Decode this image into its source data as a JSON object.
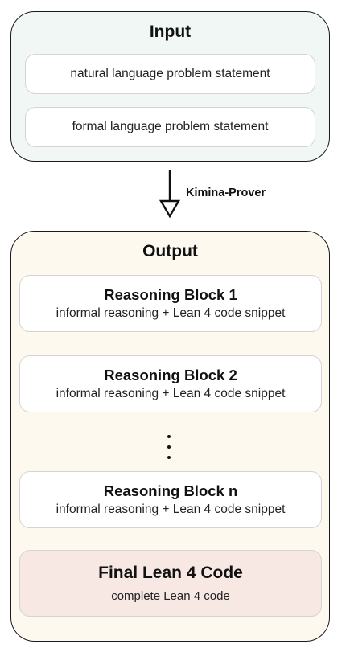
{
  "input": {
    "title": "Input",
    "items": [
      "natural language problem statement",
      "formal language problem statement"
    ]
  },
  "arrow": {
    "label": "Kimina-Prover"
  },
  "output": {
    "title": "Output",
    "blocks": [
      {
        "title": "Reasoning Block 1",
        "subtitle": "informal reasoning + Lean 4 code snippet"
      },
      {
        "title": "Reasoning Block 2",
        "subtitle": "informal reasoning + Lean 4 code snippet"
      },
      {
        "title": "Reasoning Block n",
        "subtitle": "informal reasoning + Lean 4 code snippet"
      }
    ],
    "final": {
      "title": "Final Lean 4 Code",
      "subtitle": "complete Lean 4 code"
    }
  },
  "colors": {
    "input_bg": "#f1f7f5",
    "output_bg": "#fdf9ef",
    "final_bg": "#f7e8e4",
    "border": "#1a1a1a"
  }
}
